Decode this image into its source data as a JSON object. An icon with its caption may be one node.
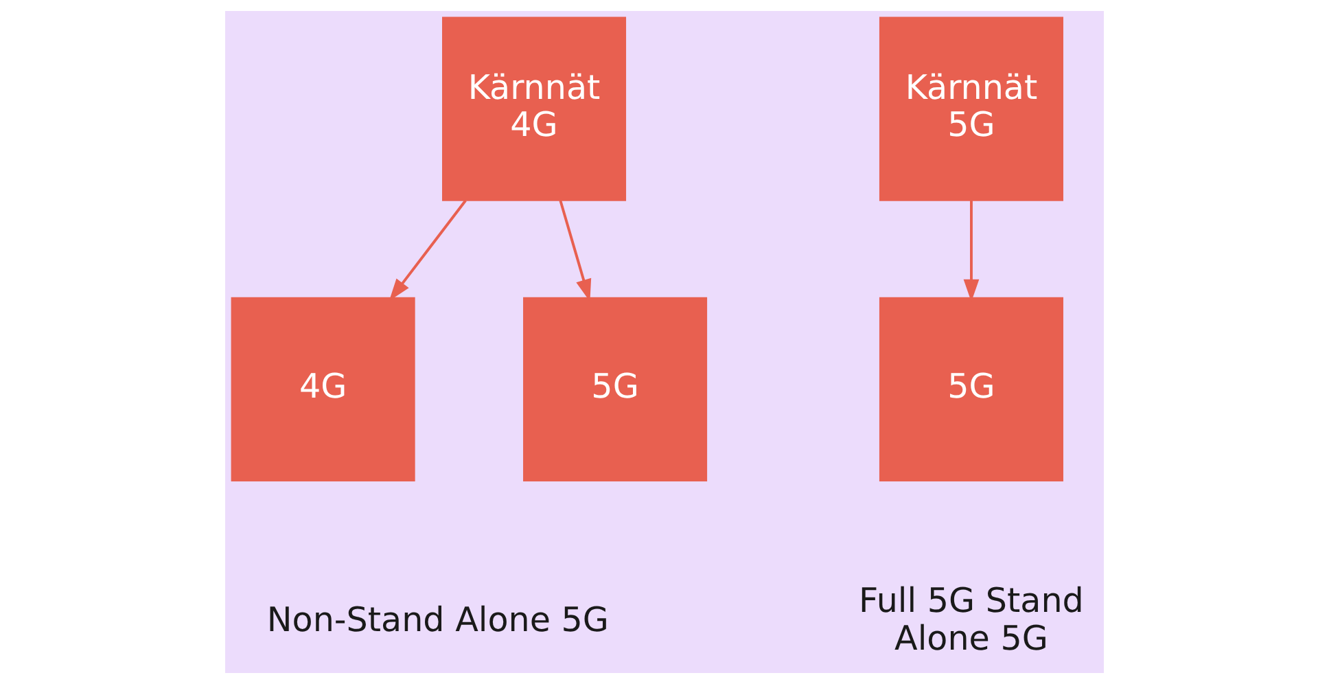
{
  "diagram": {
    "nodes": [
      {
        "text": [
          "Kärnnät 4G"
        ]
      },
      {
        "text": [
          "4G"
        ]
      },
      {
        "text": [
          "5G"
        ]
      },
      {
        "text": [
          "Kärnnät 5G"
        ]
      },
      {
        "text": [
          "5G"
        ]
      }
    ],
    "edges": [
      {
        "from": 0,
        "to": 1,
        "arrow": "to"
      },
      {
        "from": 0,
        "to": 2,
        "arrow": "to"
      },
      {
        "from": 3,
        "to": 4,
        "arrow": "to"
      }
    ],
    "labels": [
      "Non-Stand Alone 5G",
      "Full 5G Stand Alone 5G"
    ]
  }
}
